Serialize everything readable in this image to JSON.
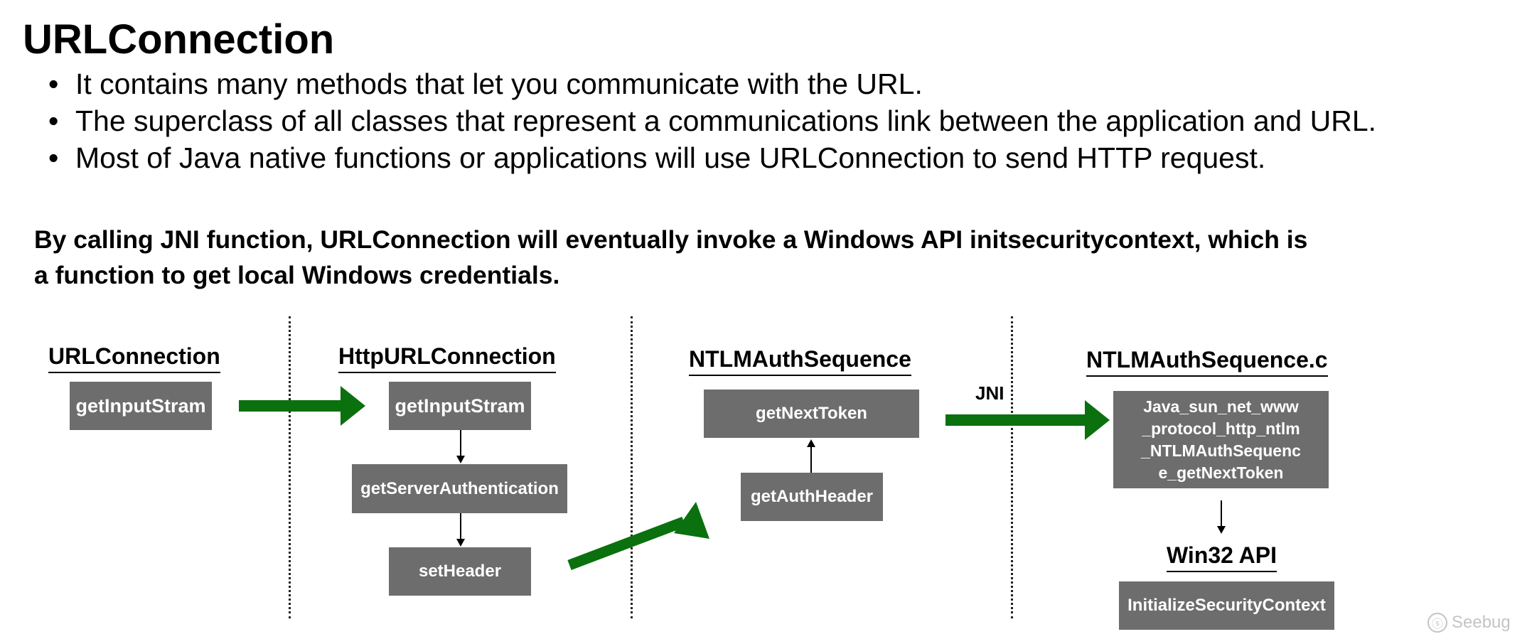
{
  "title": "URLConnection",
  "bullets": [
    "It contains many methods that let you communicate with the URL.",
    "The superclass of all classes that represent a communications link between the application and URL.",
    "Most of Java native functions or applications will use URLConnection to send HTTP request."
  ],
  "bullet_glyph": "•",
  "emphasis": {
    "line1": "By calling JNI function, URLConnection will eventually invoke a Windows API initsecuritycontext, which is",
    "line2": "a function to get local Windows credentials."
  },
  "diagram": {
    "columns": {
      "urlconnection": "URLConnection",
      "httpurlconnection": "HttpURLConnection",
      "ntlmauthsequence": "NTLMAuthSequence",
      "ntlmauthsequence_c": "NTLMAuthSequence.c",
      "win32_api": "Win32 API"
    },
    "boxes": {
      "url_getinputstram": "getInputStram",
      "http_getinputstram": "getInputStram",
      "getserverauthentication": "getServerAuthentication",
      "setheader": "setHeader",
      "getnexttoken": "getNextToken",
      "getauthheader": "getAuthHeader",
      "java_native_lines": [
        "Java_sun_net_www",
        "_protocol_http_ntlm",
        "_NTLMAuthSequenc",
        "e_getNextToken"
      ],
      "initializesecuritycontext": "InitializeSecurityContext"
    },
    "jni_label": "JNI",
    "colors": {
      "box": "#6d6d6d",
      "box_text": "#ffffff",
      "arrow_green": "#0b700e",
      "separator": "#222222"
    }
  },
  "watermark": {
    "text": "Seebug",
    "icon": "seebug-logo-icon"
  }
}
